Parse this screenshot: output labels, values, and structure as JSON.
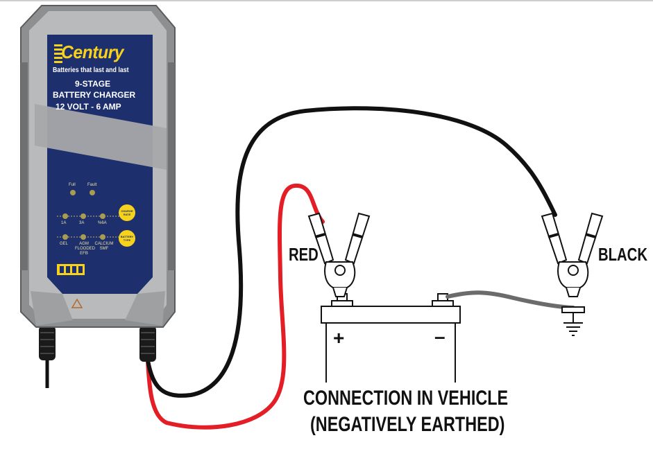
{
  "charger": {
    "brand": "Century",
    "tagline": "Batteries that last and last",
    "title_line1": "9-STAGE",
    "title_line2": "BATTERY CHARGER",
    "title_line3": "12 VOLT - 6 AMP",
    "indicators": [
      "Full",
      "Fault"
    ],
    "charge_rates": [
      "1A",
      "3A",
      "%6A"
    ],
    "charge_rate_button": "CHARGE RATE",
    "battery_types": [
      "GEL",
      "AGM FLOODED EFB",
      "CALCIUM SMF"
    ],
    "battery_type_button": "BATTERY TYPE"
  },
  "labels": {
    "red": "RED",
    "black": "BLACK",
    "plus": "+",
    "minus": "–",
    "caption_line1": "CONNECTION IN VEHICLE",
    "caption_line2": "(NEGATIVELY EARTHED)"
  },
  "colors": {
    "panel": "#1e2f6e",
    "casing": "#9a9b9d",
    "brand_yellow": "#f6d21c",
    "red_cable": "#e41e26",
    "black_cable": "#111111",
    "earth_cable": "#6b6b6b"
  }
}
